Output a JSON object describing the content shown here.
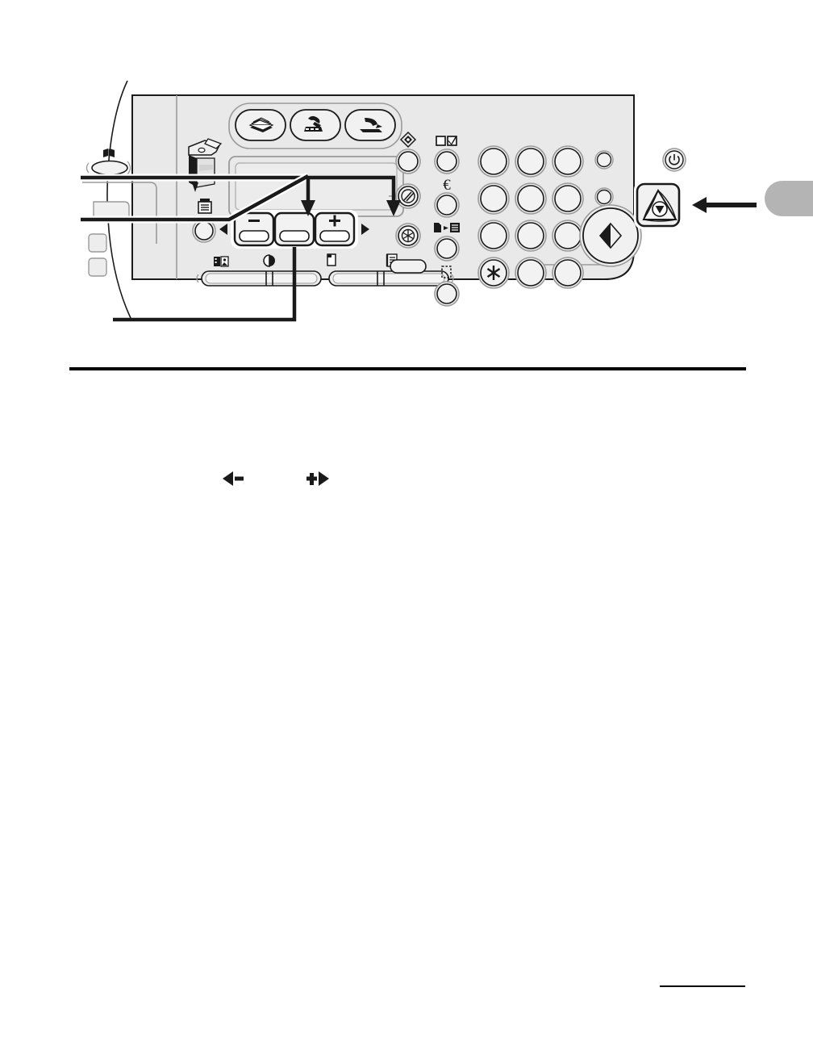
{
  "document": {
    "page_kind": "printer-manual-illustration-page",
    "background_color": "#ffffff"
  },
  "figure": {
    "name": "operation-panel-diagram",
    "description": "Multifunction printer operation panel line drawing with callouts",
    "panel_fill": "#e8e8e8",
    "panel_stroke": "#1a1a1a",
    "mode_buttons": [
      {
        "name": "copy-mode-button",
        "icon": "stacked-paper-icon"
      },
      {
        "name": "fax-mode-button",
        "icon": "telephone-icon"
      },
      {
        "name": "scan-mode-button",
        "icon": "scanner-icon"
      }
    ],
    "left_column_keys": [
      {
        "name": "image-quality-key",
        "icon": "diamond-target-icon"
      },
      {
        "name": "collate-key",
        "icon": "circle-slash-icon"
      },
      {
        "name": "two-sided-key",
        "icon": "asterisk-circle-icon"
      }
    ],
    "middle_column_keys": [
      {
        "name": "view-settings-key",
        "icon": "checkbox-list-icon"
      },
      {
        "name": "coin-key",
        "icon": "euro-icon"
      },
      {
        "name": "paper-select-key",
        "icon": "document-arrow-document-icon"
      },
      {
        "name": "frame-erase-key",
        "icon": "dashed-rectangle-icon"
      }
    ],
    "lcd_display": {
      "name": "lcd-display",
      "content": ""
    },
    "nav_keys": [
      {
        "name": "minus-key",
        "glyph": "–",
        "arrow": "left"
      },
      {
        "name": "ok-key",
        "glyph": ""
      },
      {
        "name": "plus-key",
        "glyph": "+",
        "arrow": "right"
      }
    ],
    "sliders": [
      {
        "name": "exposure-slider-left",
        "icons": [
          "document-photo-icon",
          "contrast-half-circle-icon"
        ]
      },
      {
        "name": "exposure-slider-right",
        "icons": [
          "single-sheet-icon",
          "stacked-sheet-icon"
        ]
      }
    ],
    "numeric_keypad": {
      "name": "numeric-keypad",
      "rows": 4,
      "cols": 3,
      "asterisk_key_glyph": "✱"
    },
    "extra_round_keys": [
      {
        "name": "redial-pause-key"
      },
      {
        "name": "hook-key"
      }
    ],
    "power_button": {
      "name": "power-button",
      "icon": "power-icon"
    },
    "start_button": {
      "name": "start-button",
      "icon": "diamond-start-icon"
    },
    "stop_button": {
      "name": "stop-reset-button",
      "icon": "stop-triangle-icon",
      "highlighted": true
    },
    "book_icon": {
      "name": "book-open-icon"
    },
    "document_feeder_icon": {
      "name": "document-feeder-icon"
    },
    "report_icon": {
      "name": "report-print-icon"
    },
    "callouts": [
      {
        "name": "callout-line-upper",
        "target": "document-feeder-area"
      },
      {
        "name": "callout-line-middle",
        "target": "lcd-display"
      },
      {
        "name": "callout-line-lower",
        "target": "ok-key"
      },
      {
        "name": "callout-arrow-lcd-left",
        "target": "lcd-display-left"
      },
      {
        "name": "callout-arrow-lcd-right",
        "target": "lcd-display-right"
      },
      {
        "name": "callout-arrow-stop",
        "target": "stop-reset-button"
      }
    ]
  },
  "key_symbols": {
    "left": {
      "name": "left-minus-key-symbol",
      "arrow": "◀",
      "glyph": "–"
    },
    "right": {
      "name": "right-plus-key-symbol",
      "glyph": "+",
      "arrow": "▶"
    }
  },
  "edge_tab": {
    "name": "chapter-edge-tab",
    "color": "#b4b4b4",
    "label": ""
  },
  "footer": {
    "name": "footer-rule",
    "label": ""
  }
}
